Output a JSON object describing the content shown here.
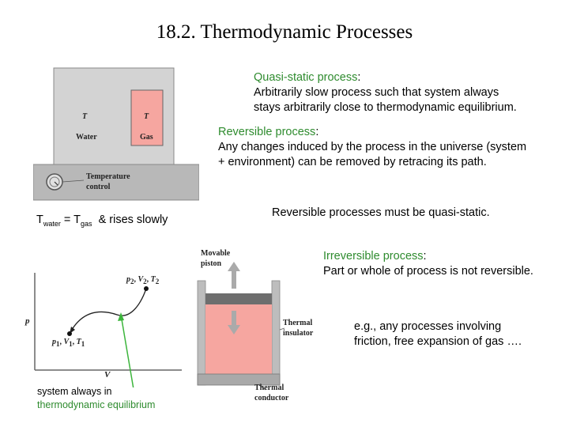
{
  "title": "18.2. Thermodynamic Processes",
  "quasi_static": {
    "term": "Quasi-static process",
    "line1": "Arbitrarily slow process such that system always",
    "line2": "stays arbitrarily close to thermodynamic equilibrium."
  },
  "reversible": {
    "term": "Reversible process",
    "line1": "Any changes induced by the process in the universe (system",
    "line2": "+ environment) can be removed by retracing its path."
  },
  "must_be_quasi_static": "Reversible processes must be quasi-static.",
  "irreversible": {
    "term": "Irreversible process",
    "line1": "Part or whole of process is not reversible."
  },
  "example": {
    "line1": "e.g., any processes involving",
    "line2": "friction, free expansion of gas …."
  },
  "equality": {
    "T": "T",
    "water_sub": "water",
    "eq": "=",
    "gas_sub": "gas",
    "suffix": "& rises slowly"
  },
  "annotation": {
    "line1": "system always in",
    "line2": "thermodynamic equilibrium"
  },
  "fig1": {
    "T_left": "T",
    "water": "Water",
    "T_right": "T",
    "gas": "Gas",
    "temp1": "Temperature",
    "temp2": "control"
  },
  "fig2": {
    "p_axis": "p",
    "v_axis": "V",
    "p2": "p",
    "p2_sub": "2",
    "v2": "V",
    "v2_sub": "2",
    "t2": "T",
    "t2_sub": "2",
    "p1": "p",
    "p1_sub": "1",
    "v1": "V",
    "v1_sub": "1",
    "t1": "T",
    "t1_sub": "1",
    "comma": ","
  },
  "fig3": {
    "movable1": "Movable",
    "movable2": "piston",
    "thermal1": "Thermal",
    "insulator": "insulator",
    "thermal2": "Thermal",
    "conductor": "conductor"
  },
  "colors": {
    "accent_green": "#2e8b2e",
    "gas_fill": "#f6a6a0",
    "panel_gray": "#c9c9c9"
  }
}
